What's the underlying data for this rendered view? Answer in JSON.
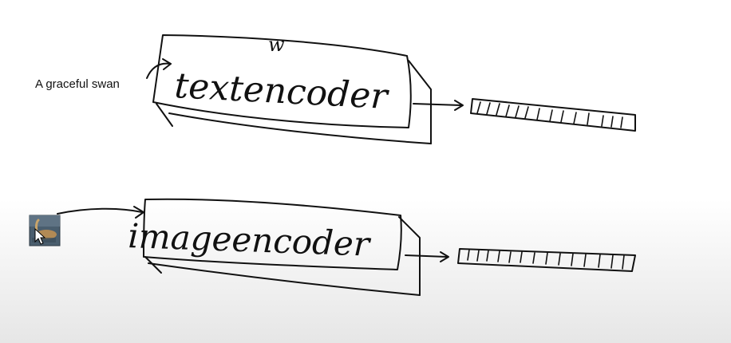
{
  "text_branch": {
    "prompt": "A graceful swan",
    "weight_label": "w",
    "encoder_label": "textencoder"
  },
  "image_branch": {
    "thumbnail_icon": "swan-photo-icon",
    "encoder_label": "imageencoder"
  },
  "colors": {
    "ink": "#111111",
    "thumbnail_bg": "#4a5e6e",
    "thumbnail_swan": "#b28a55"
  }
}
